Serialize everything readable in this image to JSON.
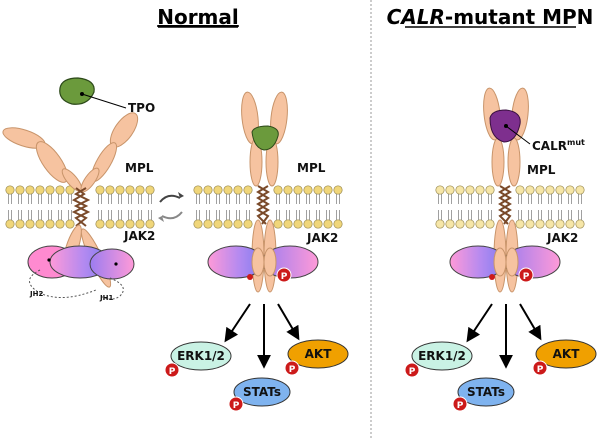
{
  "titles": {
    "normal": "Normal",
    "mutant_italic": "CALR",
    "mutant_rest": "-mutant MPN"
  },
  "labels": {
    "tpo": "TPO",
    "mpl": "MPL",
    "jak2": "JAK2",
    "jh2": "JH2",
    "jh1": "JH1",
    "calr": "CALR",
    "calr_sup": "mut",
    "p": "P"
  },
  "signals": {
    "erk": "ERK1/2",
    "stats": "STATs",
    "akt": "AKT"
  },
  "colors": {
    "receptor": "#f6c3a0",
    "receptor_stroke": "#c8946a",
    "tpo": "#6b9a3c",
    "calr": "#7e2f8e",
    "jak2_left": "#ff9ad8",
    "jak2_right": "#8a7cf0",
    "phospho": "#cc1a1a",
    "erk_fill": "#c9f2e4",
    "stats_fill": "#7fb3ef",
    "akt_fill": "#f0a000",
    "lipid_head": "#f0d67a",
    "lipid_head_faint": "#f6e6a8"
  }
}
